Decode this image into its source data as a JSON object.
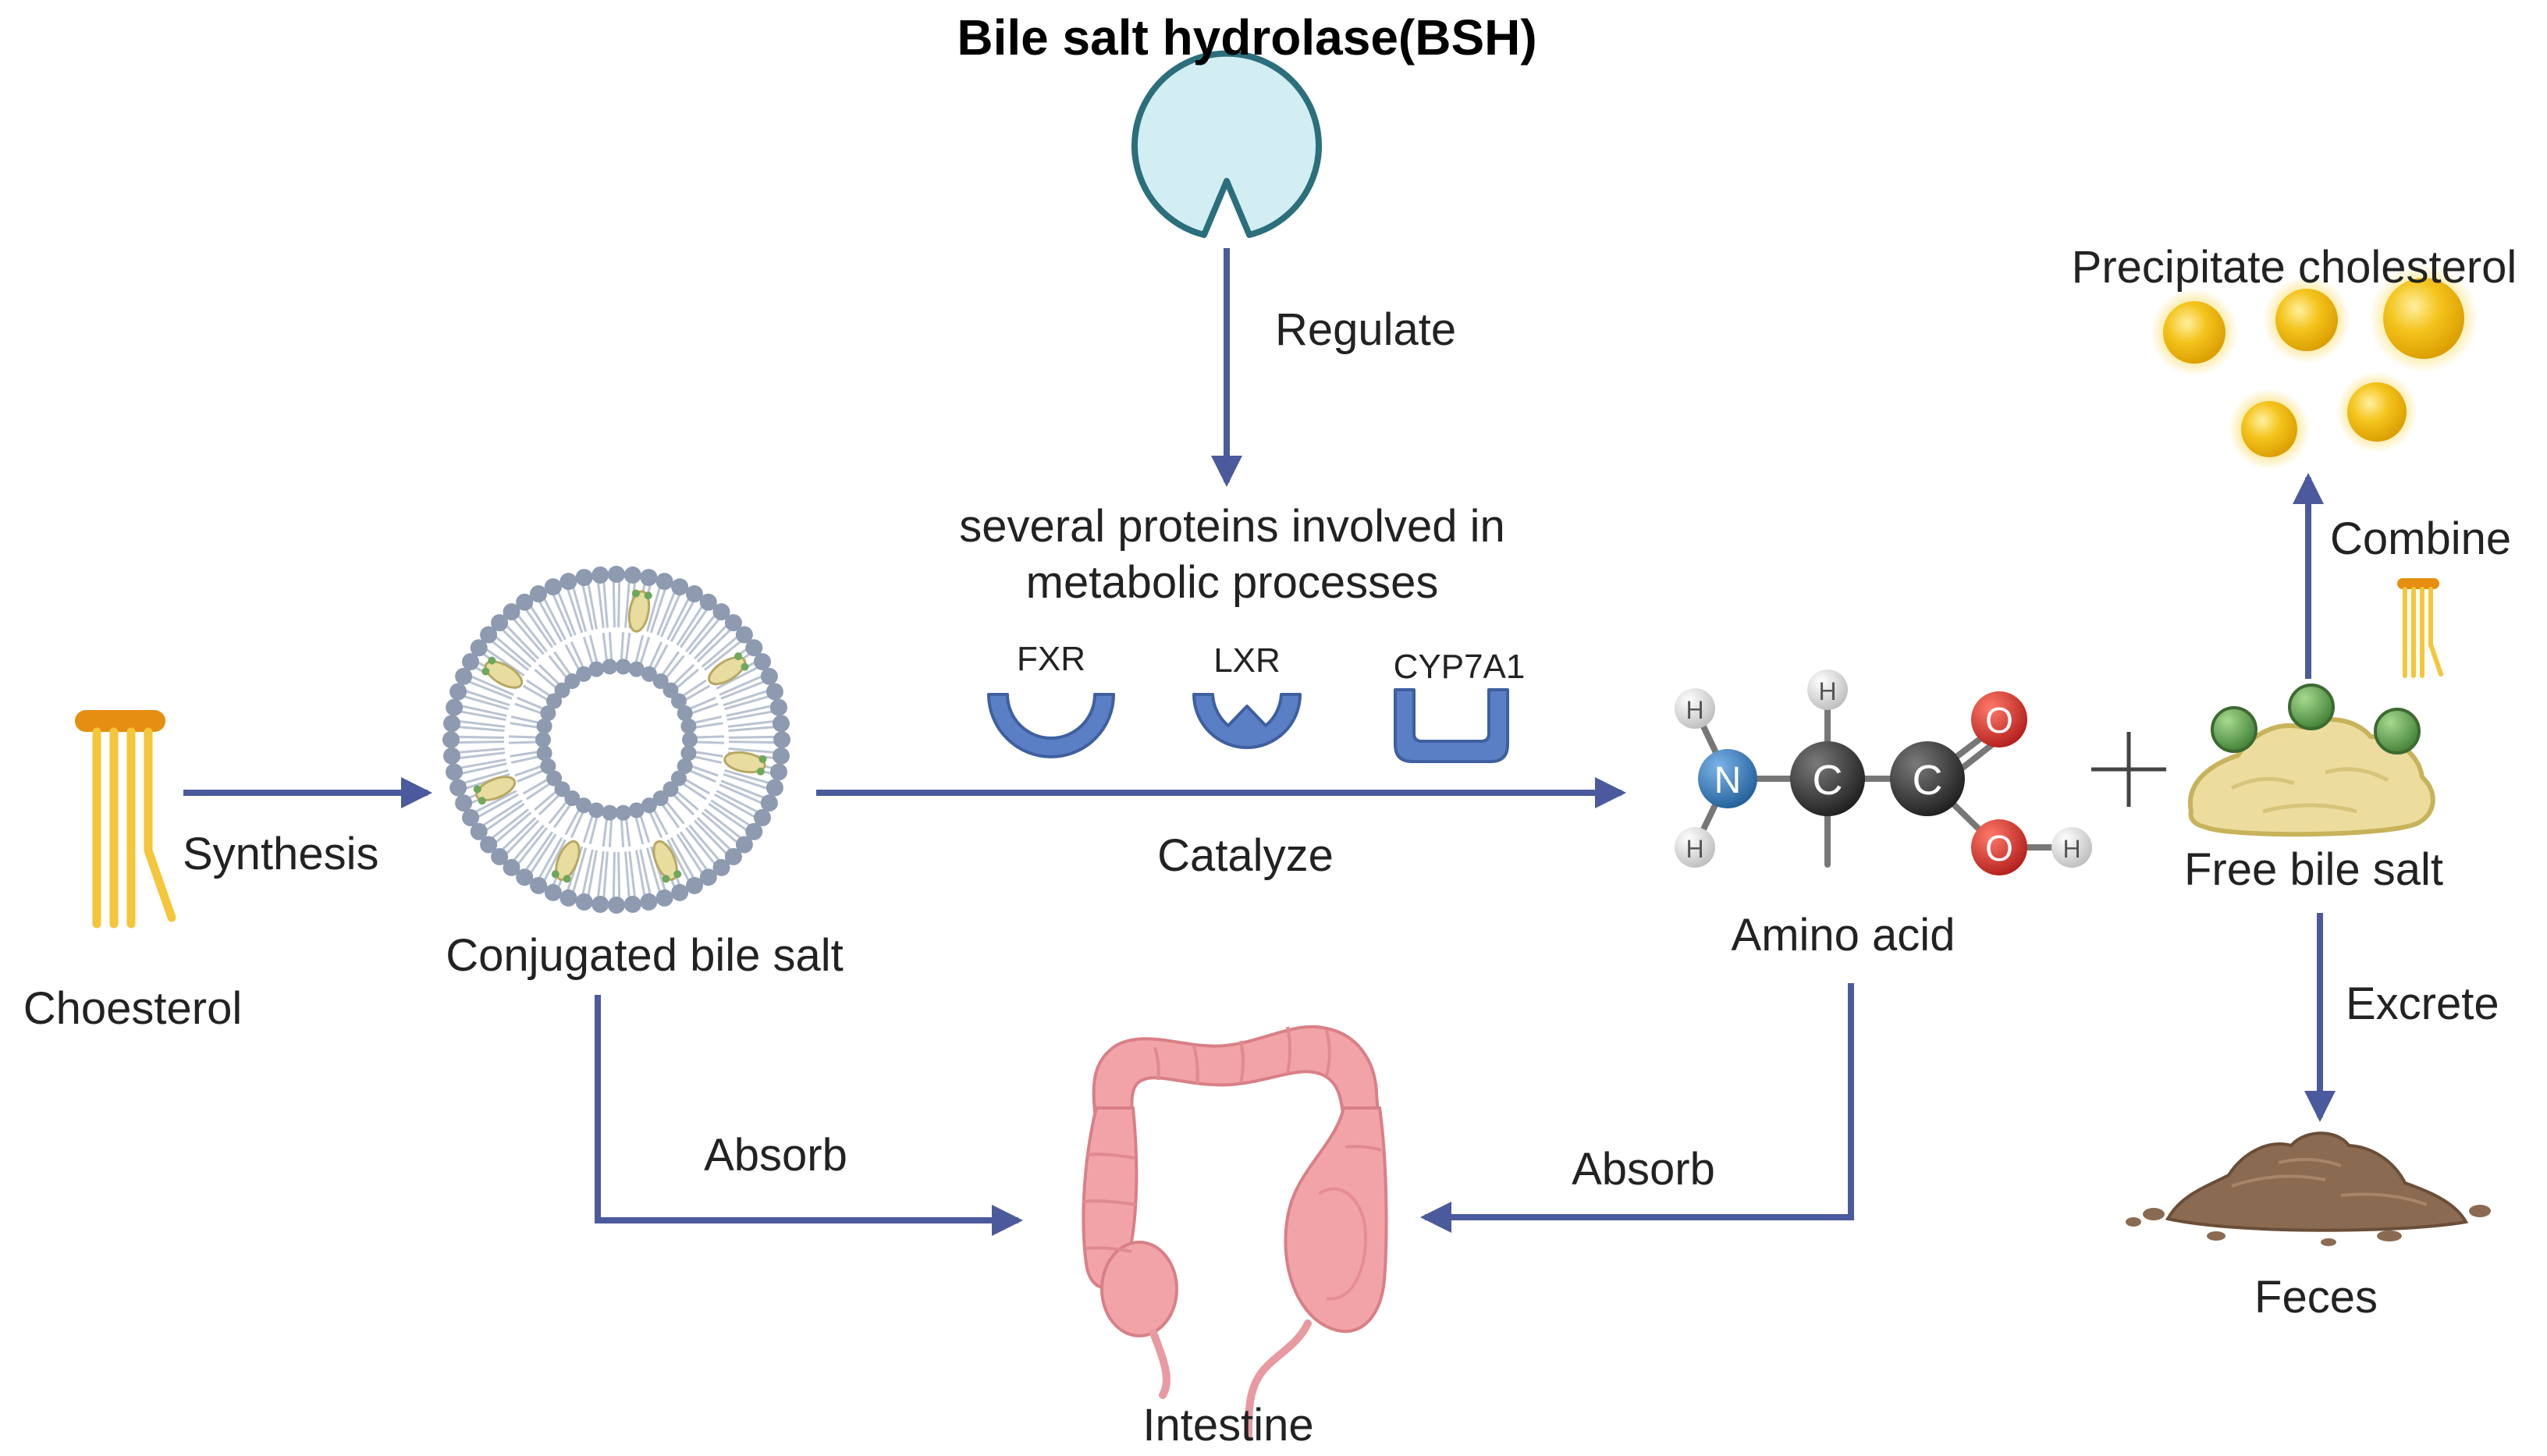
{
  "title": "Bile salt hydrolase(BSH)",
  "labels": {
    "regulate": "Regulate",
    "proteins_line1": "several proteins involved in",
    "proteins_line2": "metabolic processes",
    "fxr": "FXR",
    "lxr": "LXR",
    "cyp7a1": "CYP7A1",
    "catalyze": "Catalyze",
    "synthesis": "Synthesis",
    "cholesterol": "Choesterol",
    "conjugated": "Conjugated bile salt",
    "amino_acid": "Amino acid",
    "free_bile_salt": "Free bile salt",
    "precipitate": "Precipitate cholesterol",
    "combine": "Combine",
    "excrete": "Excrete",
    "feces": "Feces",
    "absorb_left": "Absorb",
    "absorb_right": "Absorb",
    "intestine": "Intestine",
    "plus": "+"
  },
  "atoms": {
    "n": "N",
    "c1": "C",
    "c2": "C",
    "o1": "O",
    "o2": "O",
    "h": "H"
  },
  "colors": {
    "arrow": "#4a5a9c",
    "enzyme_fill": "#d2eef2",
    "enzyme_stroke": "#2b6f7c",
    "protein": "#5b7fc4",
    "protein_stroke": "#3e5fa0",
    "cholesterol": "#f5c53a",
    "cholesterol_head": "#e58e10",
    "vesicle_head": "#8d9ab0",
    "precipitate": "#f0c020",
    "bile_body": "#ecdd9e",
    "green_bead": "#6ea85a",
    "intestine": "#f2a3a7",
    "feces": "#8a6a50",
    "nitrogen": "#3a78b4",
    "carbon": "#333333",
    "oxygen": "#cf2f2a",
    "hydrogen": "#e2e2e2"
  }
}
